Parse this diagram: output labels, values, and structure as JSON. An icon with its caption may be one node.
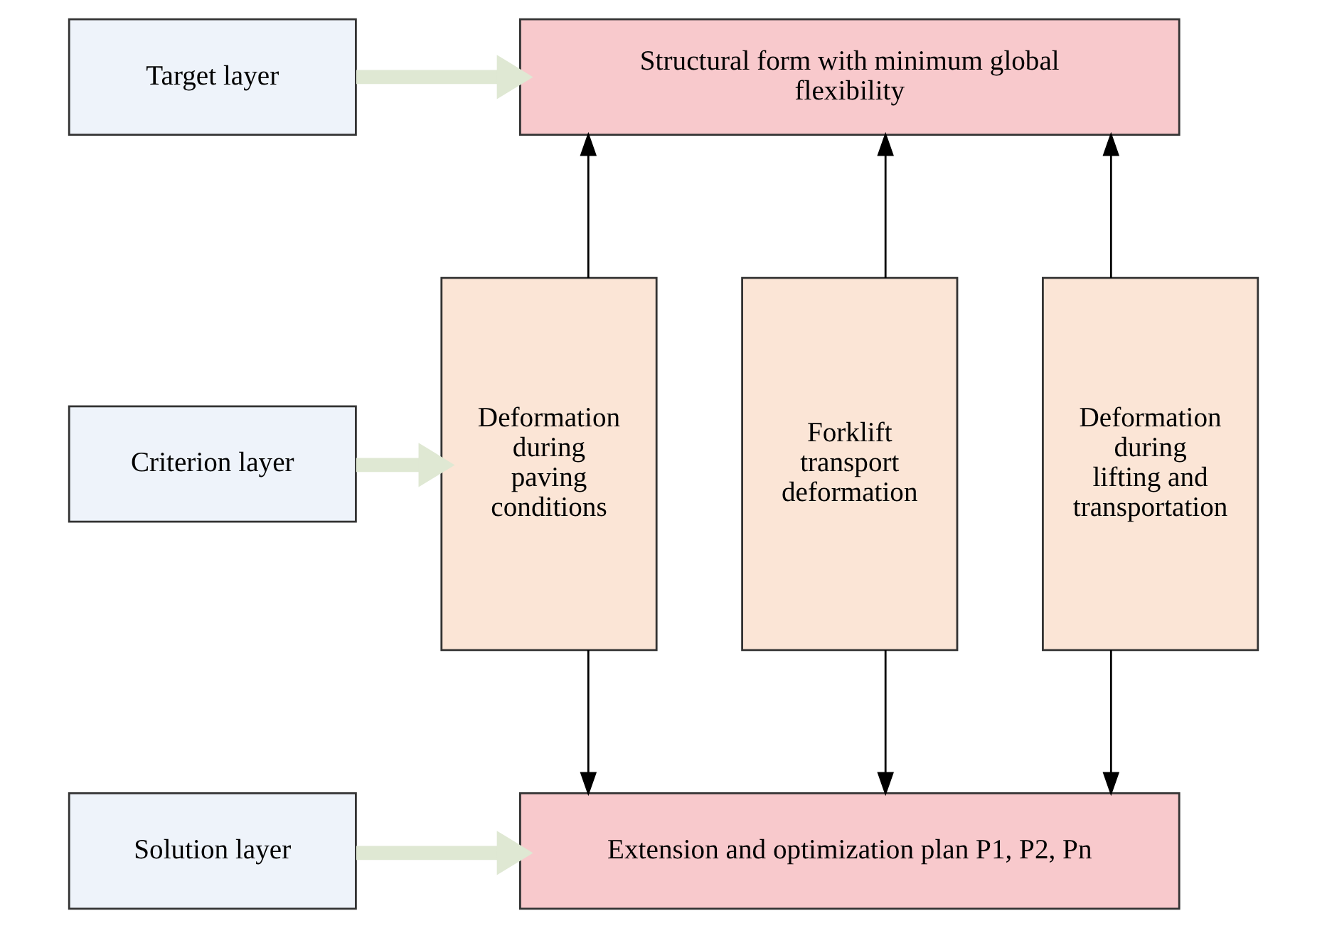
{
  "diagram": {
    "nodes": [
      {
        "text": [
          "Target layer"
        ]
      },
      {
        "text": [
          "Structural form with minimum global flexibility"
        ]
      },
      {
        "text": [
          "Criterion layer"
        ]
      },
      {
        "text": [
          "Deformation during paving conditions"
        ]
      },
      {
        "text": [
          "Forklift transport deformation"
        ]
      },
      {
        "text": [
          "Deformation during lifting and transportation"
        ]
      },
      {
        "text": [
          "Solution layer"
        ]
      },
      {
        "text": [
          "Extension and optimization plan P1, P2, Pn"
        ]
      }
    ],
    "edges": [
      {
        "from": 0,
        "to": 1,
        "arrow": "to",
        "style": "thick",
        "color": "#dfe8d3"
      },
      {
        "from": 2,
        "to": 3,
        "arrow": "to",
        "style": "thick",
        "color": "#dfe8d3"
      },
      {
        "from": 6,
        "to": 7,
        "arrow": "to",
        "style": "thick",
        "color": "#dfe8d3"
      },
      {
        "from": 3,
        "to": 1,
        "arrow": "to"
      },
      {
        "from": 4,
        "to": 1,
        "arrow": "to"
      },
      {
        "from": 5,
        "to": 1,
        "arrow": "to"
      },
      {
        "from": 3,
        "to": 7,
        "arrow": "to"
      },
      {
        "from": 4,
        "to": 7,
        "arrow": "to"
      },
      {
        "from": 5,
        "to": 7,
        "arrow": "to"
      }
    ]
  }
}
